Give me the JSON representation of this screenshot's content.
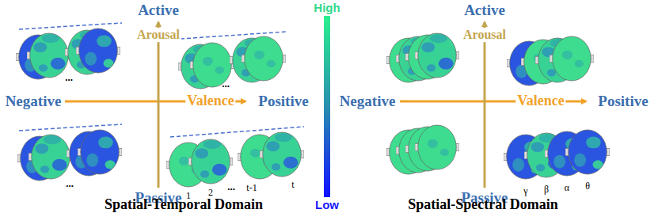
{
  "diagram": {
    "labels": [
      "Active",
      "Arousal",
      "Negative",
      "Valence",
      "Positive",
      "Passive",
      "Spatial-Temporal Domain",
      "High",
      "Low",
      "Active",
      "Arousal",
      "Negative",
      "Valence",
      "Positive",
      "Passive",
      "Spatial-Spectral Domain",
      "...",
      "...",
      "...",
      "1",
      "2",
      "...",
      "t-1",
      "t",
      "γ",
      "β",
      "α",
      "θ"
    ]
  }
}
